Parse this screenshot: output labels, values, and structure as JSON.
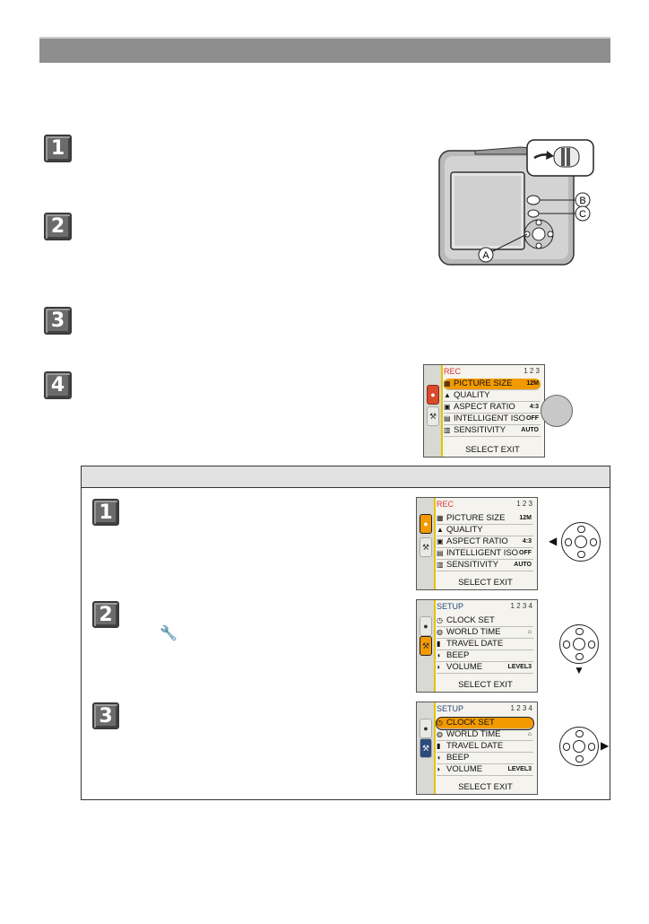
{
  "steps": [
    "1",
    "2",
    "3",
    "4"
  ],
  "sub_steps": [
    "1",
    "2",
    "3"
  ],
  "camera": {
    "callout_labels": [
      "B",
      "C",
      "A"
    ]
  },
  "screens": [
    {
      "header": "REC",
      "page": "1 2 3",
      "active_tab": "rec",
      "items": [
        {
          "icon": "picture-size-icon",
          "label": "PICTURE SIZE",
          "value": "12M",
          "highlight": true
        },
        {
          "icon": "quality-icon",
          "label": "QUALITY",
          "value": "",
          "highlight": false
        },
        {
          "icon": "aspect-ratio-icon",
          "label": "ASPECT RATIO",
          "value": "4:3",
          "highlight": false
        },
        {
          "icon": "iso-icon",
          "label": "INTELLIGENT ISO",
          "value": "OFF",
          "highlight": false
        },
        {
          "icon": "sensitivity-icon",
          "label": "SENSITIVITY",
          "value": "AUTO",
          "highlight": false
        }
      ],
      "footer": "SELECT EXIT"
    },
    {
      "header": "REC",
      "page": "1 2 3",
      "active_tab": "rec",
      "items": [
        {
          "icon": "picture-size-icon",
          "label": "PICTURE SIZE",
          "value": "12M",
          "highlight": false
        },
        {
          "icon": "quality-icon",
          "label": "QUALITY",
          "value": "",
          "highlight": false
        },
        {
          "icon": "aspect-ratio-icon",
          "label": "ASPECT RATIO",
          "value": "4:3",
          "highlight": false
        },
        {
          "icon": "iso-icon",
          "label": "INTELLIGENT ISO",
          "value": "OFF",
          "highlight": false
        },
        {
          "icon": "sensitivity-icon",
          "label": "SENSITIVITY",
          "value": "AUTO",
          "highlight": false
        }
      ],
      "footer": "SELECT EXIT"
    },
    {
      "header": "SETUP",
      "page": "1 2 3 4",
      "active_tab": "setup",
      "items": [
        {
          "icon": "clock-icon",
          "label": "CLOCK SET",
          "value": "",
          "highlight": false
        },
        {
          "icon": "globe-icon",
          "label": "WORLD TIME",
          "value": "",
          "highlight": false
        },
        {
          "icon": "suitcase-icon",
          "label": "TRAVEL DATE",
          "value": "",
          "highlight": false
        },
        {
          "icon": "beep-icon",
          "label": "BEEP",
          "value": "",
          "highlight": false
        },
        {
          "icon": "volume-icon",
          "label": "VOLUME",
          "value": "LEVEL3",
          "highlight": false
        }
      ],
      "footer": "SELECT EXIT"
    },
    {
      "header": "SETUP",
      "page": "1 2 3 4",
      "active_tab": "setup",
      "items": [
        {
          "icon": "clock-icon",
          "label": "CLOCK SET",
          "value": "",
          "highlight": true
        },
        {
          "icon": "globe-icon",
          "label": "WORLD TIME",
          "value": "",
          "highlight": false
        },
        {
          "icon": "suitcase-icon",
          "label": "TRAVEL DATE",
          "value": "",
          "highlight": false
        },
        {
          "icon": "beep-icon",
          "label": "BEEP",
          "value": "",
          "highlight": false
        },
        {
          "icon": "volume-icon",
          "label": "VOLUME",
          "value": "LEVEL3",
          "highlight": false
        }
      ],
      "footer": "SELECT EXIT"
    }
  ],
  "wrench_glyph": "🔧",
  "colors": {
    "highlight": "#f39a00",
    "topbar": "#8e8e8e",
    "step_box": "#6b6b6b",
    "setup_tab": "#2c4a7a"
  }
}
